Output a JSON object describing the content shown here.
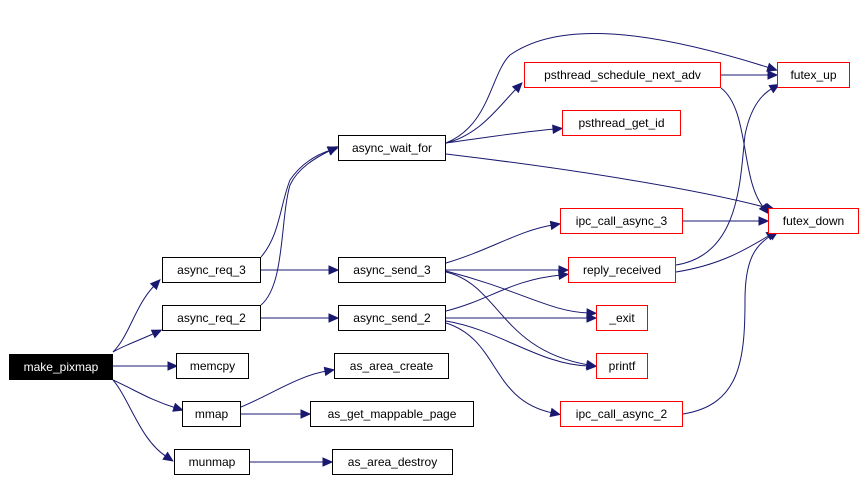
{
  "colors": {
    "edge": "#191970",
    "root_fill": "#000000",
    "root_text": "#ffffff",
    "internal_border": "#000000",
    "external_border": "#ff0000"
  },
  "graph": {
    "type": "call-graph",
    "root": "make_pixmap",
    "nodes": {
      "make_pixmap": {
        "label": "make_pixmap",
        "kind": "root"
      },
      "async_req_3": {
        "label": "async_req_3",
        "kind": "internal"
      },
      "async_req_2": {
        "label": "async_req_2",
        "kind": "internal"
      },
      "memcpy": {
        "label": "memcpy",
        "kind": "internal"
      },
      "mmap": {
        "label": "mmap",
        "kind": "internal"
      },
      "munmap": {
        "label": "munmap",
        "kind": "internal"
      },
      "async_wait_for": {
        "label": "async_wait_for",
        "kind": "internal"
      },
      "async_send_3": {
        "label": "async_send_3",
        "kind": "internal"
      },
      "async_send_2": {
        "label": "async_send_2",
        "kind": "internal"
      },
      "as_area_create": {
        "label": "as_area_create",
        "kind": "internal"
      },
      "as_get_mappable_page": {
        "label": "as_get_mappable_page",
        "kind": "internal"
      },
      "as_area_destroy": {
        "label": "as_area_destroy",
        "kind": "internal"
      },
      "psthread_schedule_next_adv": {
        "label": "psthread_schedule_next_adv",
        "kind": "external"
      },
      "psthread_get_id": {
        "label": "psthread_get_id",
        "kind": "external"
      },
      "ipc_call_async_3": {
        "label": "ipc_call_async_3",
        "kind": "external"
      },
      "reply_received": {
        "label": "reply_received",
        "kind": "external"
      },
      "_exit": {
        "label": "_exit",
        "kind": "external"
      },
      "printf": {
        "label": "printf",
        "kind": "external"
      },
      "ipc_call_async_2": {
        "label": "ipc_call_async_2",
        "kind": "external"
      },
      "futex_up": {
        "label": "futex_up",
        "kind": "external"
      },
      "futex_down": {
        "label": "futex_down",
        "kind": "external"
      }
    },
    "edges": [
      [
        "make_pixmap",
        "async_req_3"
      ],
      [
        "make_pixmap",
        "async_req_2"
      ],
      [
        "make_pixmap",
        "memcpy"
      ],
      [
        "make_pixmap",
        "mmap"
      ],
      [
        "make_pixmap",
        "munmap"
      ],
      [
        "async_req_3",
        "async_wait_for"
      ],
      [
        "async_req_3",
        "async_send_3"
      ],
      [
        "async_req_2",
        "async_wait_for"
      ],
      [
        "async_req_2",
        "async_send_2"
      ],
      [
        "mmap",
        "as_area_create"
      ],
      [
        "mmap",
        "as_get_mappable_page"
      ],
      [
        "munmap",
        "as_area_destroy"
      ],
      [
        "async_wait_for",
        "psthread_schedule_next_adv"
      ],
      [
        "async_wait_for",
        "futex_up"
      ],
      [
        "async_wait_for",
        "psthread_get_id"
      ],
      [
        "async_wait_for",
        "futex_down"
      ],
      [
        "async_send_3",
        "ipc_call_async_3"
      ],
      [
        "async_send_3",
        "reply_received"
      ],
      [
        "async_send_3",
        "_exit"
      ],
      [
        "async_send_3",
        "printf"
      ],
      [
        "async_send_2",
        "reply_received"
      ],
      [
        "async_send_2",
        "_exit"
      ],
      [
        "async_send_2",
        "printf"
      ],
      [
        "async_send_2",
        "ipc_call_async_2"
      ],
      [
        "psthread_schedule_next_adv",
        "futex_up"
      ],
      [
        "psthread_schedule_next_adv",
        "futex_down"
      ],
      [
        "ipc_call_async_3",
        "futex_down"
      ],
      [
        "reply_received",
        "futex_up"
      ],
      [
        "reply_received",
        "futex_down"
      ],
      [
        "ipc_call_async_2",
        "futex_down"
      ]
    ]
  }
}
